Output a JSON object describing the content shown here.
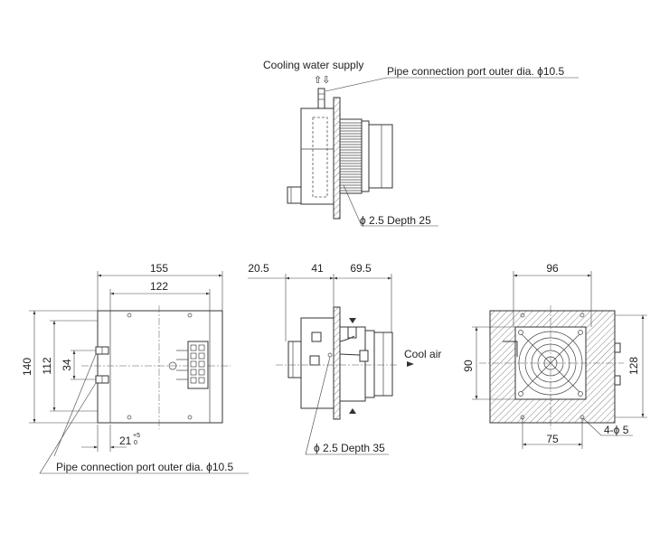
{
  "top_view": {
    "cooling_water_label": "Cooling water supply",
    "water_arrows": "⇧⇩",
    "pipe_port_label": "Pipe connection port  outer dia. ϕ10.5",
    "hole_label": "ϕ 2.5 Depth 25"
  },
  "front_view": {
    "dim_width_outer": "155",
    "dim_width_inner": "122",
    "dim_height_outer": "140",
    "dim_height_inner": "112",
    "dim_port_spacing": "34",
    "dim_port_offset_main": "21",
    "dim_port_offset_tol_upper": "+5",
    "dim_port_offset_tol_lower": "0",
    "pipe_port_label": "Pipe connection port  outer dia. ϕ10.5"
  },
  "side_view": {
    "dim_a": "20.5",
    "dim_b": "41",
    "dim_c": "69.5",
    "cool_air_label": "Cool air",
    "hole_label": "ϕ 2.5 Depth 35"
  },
  "rear_view": {
    "dim_width": "96",
    "dim_height_left": "90",
    "dim_height_right": "128",
    "dim_bottom": "75",
    "holes_label": "4-ϕ 5"
  }
}
